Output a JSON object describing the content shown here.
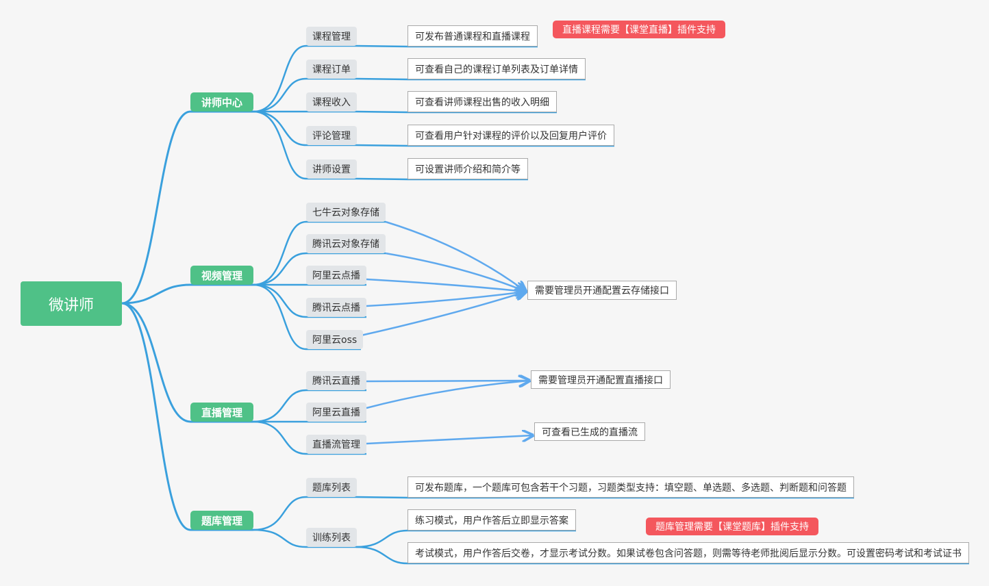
{
  "root": "微讲师",
  "branches": [
    {
      "label": "讲师中心",
      "items": [
        {
          "label": "课程管理",
          "desc": "可发布普通课程和直播课程"
        },
        {
          "label": "课程订单",
          "desc": "可查看自己的课程订单列表及订单详情"
        },
        {
          "label": "课程收入",
          "desc": "可查看讲师课程出售的收入明细"
        },
        {
          "label": "评论管理",
          "desc": "可查看用户针对课程的评价以及回复用户评价"
        },
        {
          "label": "讲师设置",
          "desc": "可设置讲师介绍和简介等"
        }
      ]
    },
    {
      "label": "视频管理",
      "items": [
        {
          "label": "七牛云对象存储"
        },
        {
          "label": "腾讯云对象存储"
        },
        {
          "label": "阿里云点播"
        },
        {
          "label": "腾讯云点播"
        },
        {
          "label": "阿里云oss"
        }
      ],
      "note": "需要管理员开通配置云存储接口"
    },
    {
      "label": "直播管理",
      "items": [
        {
          "label": "腾讯云直播"
        },
        {
          "label": "阿里云直播"
        },
        {
          "label": "直播流管理"
        }
      ],
      "note": "需要管理员开通配置直播接口",
      "note2": "可查看已生成的直播流"
    },
    {
      "label": "题库管理",
      "items": [
        {
          "label": "题库列表",
          "desc": "可发布题库，一个题库可包含若干个习题，习题类型支持：填空题、单选题、多选题、判断题和问答题"
        },
        {
          "label": "训练列表",
          "desc": "练习模式，用户作答后立即显示答案",
          "desc2": "考试模式，用户作答后交卷，才显示考试分数。如果试卷包含问答题，则需等待老师批阅后显示分数。可设置密码考试和考试证书"
        }
      ]
    }
  ],
  "tags": {
    "live": "直播课程需要【课堂直播】插件支持",
    "exam": "题库管理需要【课堂题库】插件支持"
  },
  "colors": {
    "branch": "#4fc187",
    "link": "#3aa0dd",
    "arrow": "#5fa9ee",
    "tag": "#f4575d"
  }
}
